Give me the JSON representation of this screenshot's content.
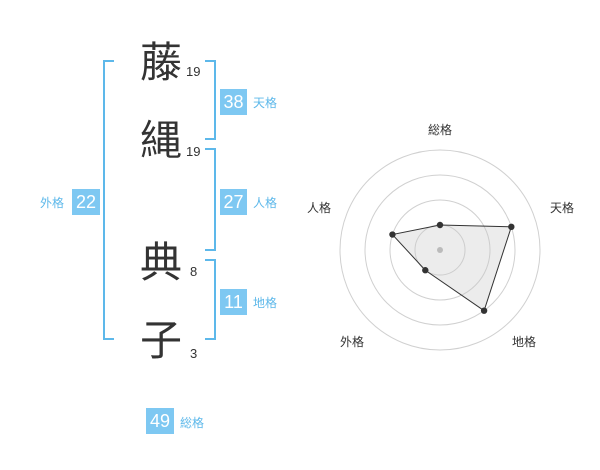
{
  "characters": [
    {
      "char": "藤",
      "strokes": "19"
    },
    {
      "char": "縄",
      "strokes": "19"
    },
    {
      "char": "典",
      "strokes": "8"
    },
    {
      "char": "子",
      "strokes": "3"
    }
  ],
  "fortunes": {
    "tenkaku": {
      "value": "38",
      "label": "天格"
    },
    "jinkaku": {
      "value": "27",
      "label": "人格"
    },
    "chikaku": {
      "value": "11",
      "label": "地格"
    },
    "gaikaku": {
      "value": "22",
      "label": "外格"
    },
    "soukaku": {
      "value": "49",
      "label": "総格"
    }
  },
  "colors": {
    "accent": "#5db8ea",
    "box": "#7ec8f2",
    "text": "#333333"
  },
  "chart_data": {
    "type": "radar",
    "axes": [
      "総格",
      "天格",
      "地格",
      "外格",
      "人格"
    ],
    "values": [
      0.25,
      0.75,
      0.75,
      0.25,
      0.5
    ],
    "rings": 4
  }
}
